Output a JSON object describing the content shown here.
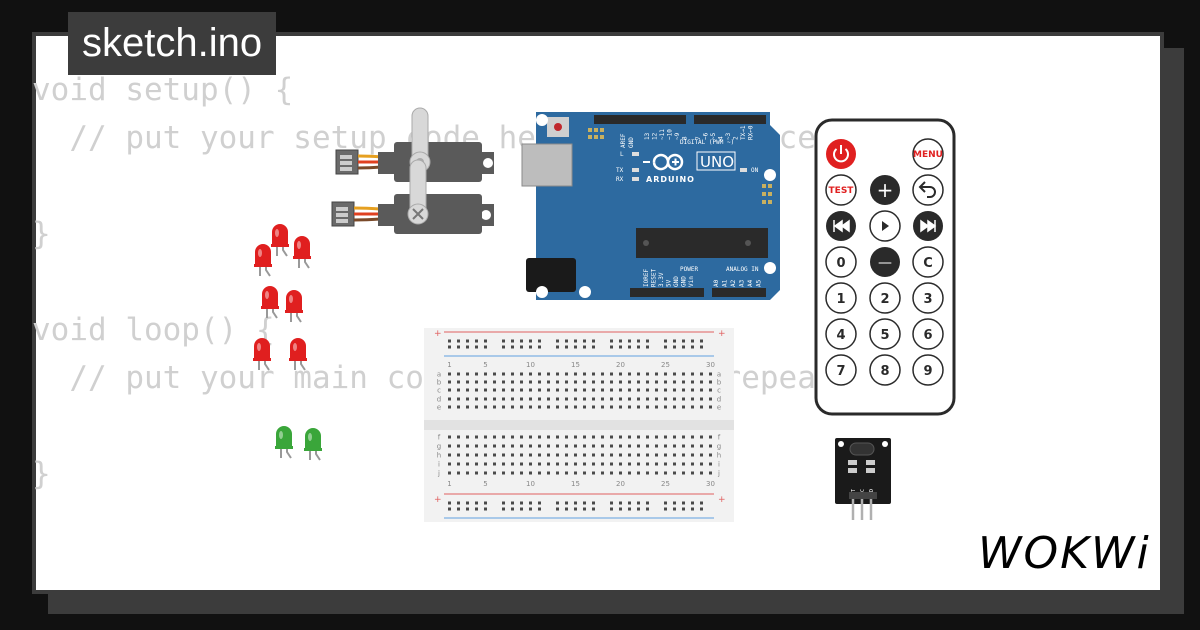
{
  "tab": {
    "title": "sketch.ino"
  },
  "code": {
    "lines": [
      "void setup() {",
      "  // put your setup code here, to run once:",
      "",
      "}",
      "",
      "void loop() {",
      "  // put your main code here, to run repeatedly:",
      "",
      "}"
    ]
  },
  "arduino": {
    "brand": "ARDUINO",
    "model": "UNO",
    "digital_label": "DIGITAL (PWM ~)",
    "power_label": "POWER",
    "analog_label": "ANALOG IN",
    "aref": "AREF",
    "gnd": "GND",
    "led_l": "L",
    "led_tx": "TX",
    "led_rx": "RX",
    "on": "ON",
    "digital_pins": [
      "13",
      "12",
      "~11",
      "~10",
      "~9",
      "8",
      "7",
      "~6",
      "~5",
      "4",
      "~3",
      "2",
      "TX→1",
      "RX←0"
    ],
    "power_pins": [
      "IOREF",
      "RESET",
      "3.3V",
      "5V",
      "GND",
      "GND",
      "Vin"
    ],
    "analog_pins": [
      "A0",
      "A1",
      "A2",
      "A3",
      "A4",
      "A5"
    ]
  },
  "breadboard": {
    "col_labels": [
      "1",
      "5",
      "10",
      "15",
      "20",
      "25",
      "30"
    ],
    "rows_top": [
      "a",
      "b",
      "c",
      "d",
      "e"
    ],
    "rows_bottom": [
      "f",
      "g",
      "h",
      "i",
      "j"
    ]
  },
  "remote": {
    "power_icon": "power-icon",
    "menu": "MENU",
    "test": "TEST",
    "plus": "+",
    "back_icon": "back-arrow-icon",
    "prev_icon": "prev-track-icon",
    "play_icon": "play-icon",
    "next_icon": "next-track-icon",
    "minus": "—",
    "digits": [
      "0",
      "C",
      "1",
      "2",
      "3",
      "4",
      "5",
      "6",
      "7",
      "8",
      "9"
    ]
  },
  "ir_receiver": {
    "pins": [
      "DAT",
      "VCC",
      "GND"
    ]
  },
  "logo": {
    "text": "WOKWi"
  },
  "colors": {
    "frame": "#3c3c3c",
    "code_text": "#d0d0d0",
    "arduino_blue": "#2d6aa0",
    "led_red": "#e01f1f",
    "led_green": "#3aa63a",
    "servo_body": "#5a5a5a"
  }
}
